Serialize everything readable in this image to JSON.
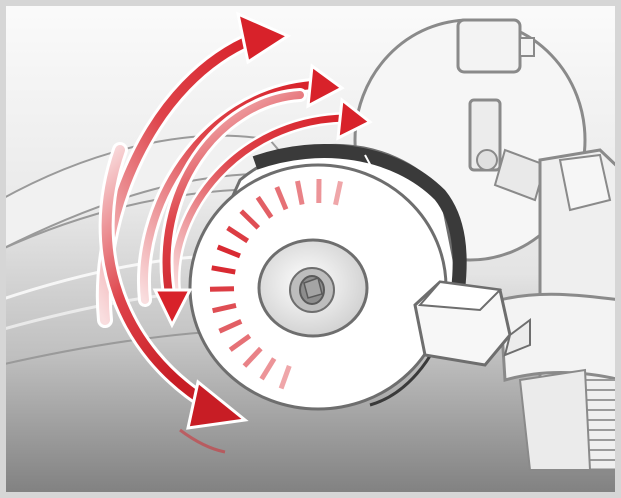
{
  "illustration": {
    "subject": "rotary-dial-on-mechanism",
    "rotation_arrows": 4,
    "dial_tick_marks": 16,
    "colors": {
      "background_light": "#f4f4f4",
      "background_dark": "#7c7c7c",
      "frame": "#d6d6d6",
      "arrow_red": "#d8222a",
      "dial_ring": "#3a3a3a",
      "outline": "#6e6e6e",
      "part_fill": "#f0f0f0"
    }
  }
}
